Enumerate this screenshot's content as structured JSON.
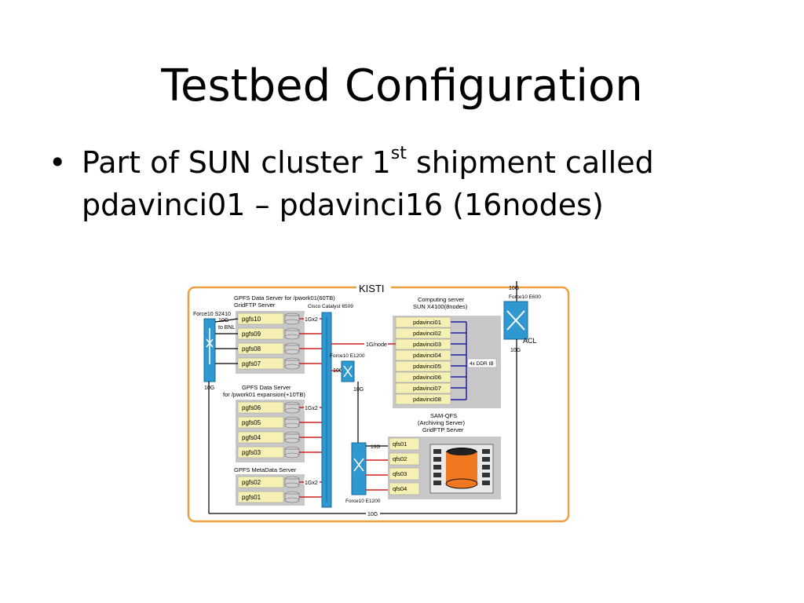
{
  "slide": {
    "title": "Testbed Configuration",
    "bullet": {
      "symbol": "•",
      "text_before_sup": "Part of SUN cluster 1",
      "sup": "st",
      "text_after_sup": " shipment called",
      "line2": "pdavinci01 – pdavinci16 (16nodes)"
    }
  },
  "diagram": {
    "site_label": "KISTI",
    "gpfs_data_server_label": [
      "GPFS Data Server for /pwork01(60TB)",
      "GridFTP Server"
    ],
    "gpfs_data_nodes": [
      "pgfs10",
      "pgfs09",
      "pgfs08",
      "pgfs07"
    ],
    "gpfs_expansion_label": [
      "GPFS Data Server",
      "for /pwork01 expansion(+10TB)"
    ],
    "gpfs_expansion_nodes": [
      "pgfs06",
      "pgfs05",
      "pgfs04",
      "pgfs03"
    ],
    "gpfs_metadata_label": "GPFS MetaData Server",
    "gpfs_metadata_nodes": [
      "pgfs02",
      "pgfs01"
    ],
    "force10_s2410_label": "Force10 S2410",
    "to_bnl_label": [
      "10G",
      "to BNL"
    ],
    "cisco_label": "Cisco Catalyst 6509",
    "link_1gx2": "1Gx2",
    "link_10g": "10G",
    "link_1g_node": "1G/node",
    "force10_e1200_top": "Force10 E1200",
    "force10_e1200_bottom": "Force10 E1200",
    "force10_e600": "Force10 E600",
    "acl_label": "ACL",
    "computing_label": [
      "Computing server",
      "SUN X4100(8nodes)"
    ],
    "compute_nodes": [
      "pdavinci01",
      "pdavinci02",
      "pdavinci03",
      "pdavinci04",
      "pdavinci05",
      "pdavinci06",
      "pdavinci07",
      "pdavinci08"
    ],
    "ib_label": "4x DDR IB",
    "samqfs_label": [
      "SAM-QFS",
      "(Archiving Server)",
      "GridFTP Server"
    ],
    "qfs_nodes": [
      "qfs01",
      "qfs02",
      "qfs03",
      "qfs04"
    ],
    "colors": {
      "border": "#f0a040",
      "node_fill": "#f6f0b4",
      "switch_blue": "#2f98d0",
      "panel_gray": "#c8c8c8",
      "link_red": "#d02020",
      "ib_blue": "#2020a0",
      "storage_orange": "#f07820"
    }
  }
}
